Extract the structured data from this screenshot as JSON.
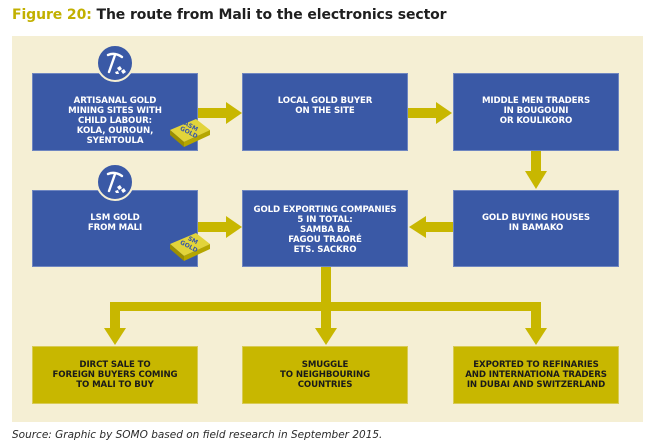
{
  "title": {
    "figure_label": "Figure 20:",
    "text": " The route from Mali to the electronics sector"
  },
  "colors": {
    "blue_box": "#3a59a6",
    "gold_box": "#c8b700",
    "arrow": "#c8b700",
    "panel_bg": "#f5efd4",
    "figure_label": "#c2b000"
  },
  "nodes": {
    "asm_sites": "ARTISANAL GOLD\nMINING SITES WITH\nCHILD LABOUR:\nKOLA, OUROUN,\nSYENTOULA",
    "local_buyer": "LOCAL GOLD BUYER\nON THE SITE",
    "middle_men": "MIDDLE MEN TRADERS\nIN BOUGOUNI\nOR KOULIKORO",
    "lsm_gold": "LSM GOLD\nFROM MALI",
    "exporting_companies": "GOLD EXPORTING COMPANIES\n5 IN TOTAL:\nSAMBA BA\nFAGOU TRAORÉ\nETS. SACKRO",
    "buying_houses": "GOLD BUYING HOUSES\nIN BAMAKO",
    "direct_sale": "DIRCT SALE TO\nFOREIGN BUYERS COMING\nTO MALI TO BUY",
    "smuggle": "SMUGGLE\nTO NEIGHBOURING\nCOUNTRIES",
    "exported": "EXPORTED TO REFINARIES\nAND INTERNATIONA TRADERS\nIN DUBAI AND SWITZERLAND"
  },
  "icons": {
    "mining": "pickaxe-icon",
    "asm_bar_label": "ASM\nGOLD",
    "lsm_bar_label": "SM\nGOLD"
  },
  "edges": [
    {
      "from": "asm_sites",
      "to": "local_buyer"
    },
    {
      "from": "local_buyer",
      "to": "middle_men"
    },
    {
      "from": "middle_men",
      "to": "buying_houses"
    },
    {
      "from": "buying_houses",
      "to": "exporting_companies"
    },
    {
      "from": "lsm_gold",
      "to": "exporting_companies"
    },
    {
      "from": "exporting_companies",
      "to": "direct_sale"
    },
    {
      "from": "exporting_companies",
      "to": "smuggle"
    },
    {
      "from": "exporting_companies",
      "to": "exported"
    }
  ],
  "footer": "Source: Graphic by SOMO based on field research in September 2015."
}
